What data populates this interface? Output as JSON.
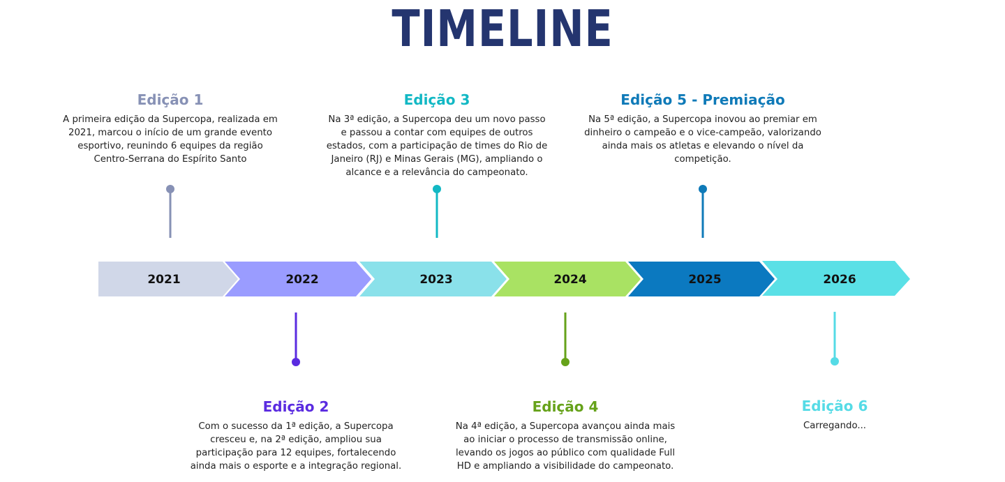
{
  "title": "TIMELINE",
  "colors": {
    "title": "#24356f",
    "text": "#222222"
  },
  "segments": [
    {
      "year": "2021",
      "fill": "#d0d7e8"
    },
    {
      "year": "2022",
      "fill": "#9a9cff"
    },
    {
      "year": "2023",
      "fill": "#8ae1ea"
    },
    {
      "year": "2024",
      "fill": "#a9e263"
    },
    {
      "year": "2025",
      "fill": "#0b79c0"
    },
    {
      "year": "2026",
      "fill": "#5ae0e6"
    }
  ],
  "events": [
    {
      "title": "Edição 1",
      "color": "#8791b5",
      "lines": [
        "A primeira edição da Supercopa, realizada em",
        "2021, marcou o início de um grande evento",
        "esportivo, reunindo 6 equipes da região",
        "Centro-Serrana do Espírito Santo"
      ]
    },
    {
      "title": "Edição 2",
      "color": "#5a2be0",
      "lines": [
        "Com o sucesso da 1ª edição, a Supercopa",
        "cresceu e, na 2ª edição, ampliou sua",
        "participação para 12 equipes, fortalecendo",
        "ainda mais o esporte e a integração regional."
      ]
    },
    {
      "title": "Edição 3",
      "color": "#12b8c4",
      "lines": [
        "Na 3ª edição, a Supercopa deu um novo passo",
        "e passou a contar com equipes de outros",
        "estados, com a participação de times do Rio de",
        "Janeiro (RJ) e Minas Gerais (MG), ampliando o",
        "alcance e a relevância do campeonato."
      ]
    },
    {
      "title": "Edição 4",
      "color": "#66a21a",
      "lines": [
        "Na 4ª edição, a Supercopa avançou ainda mais",
        "ao iniciar o processo de transmissão online,",
        "levando os jogos ao público com qualidade Full",
        "HD e ampliando a visibilidade do campeonato."
      ]
    },
    {
      "title": "Edição 5 - Premiação",
      "color": "#0f7ab8",
      "lines": [
        "Na 5ª edição, a Supercopa inovou ao premiar em",
        "dinheiro o campeão e o vice-campeão, valorizando",
        "ainda mais os atletas e elevando o nível da",
        "competição."
      ]
    },
    {
      "title": "Edição 6",
      "color": "#55dbe6",
      "lines": [
        "Carregando..."
      ]
    }
  ]
}
